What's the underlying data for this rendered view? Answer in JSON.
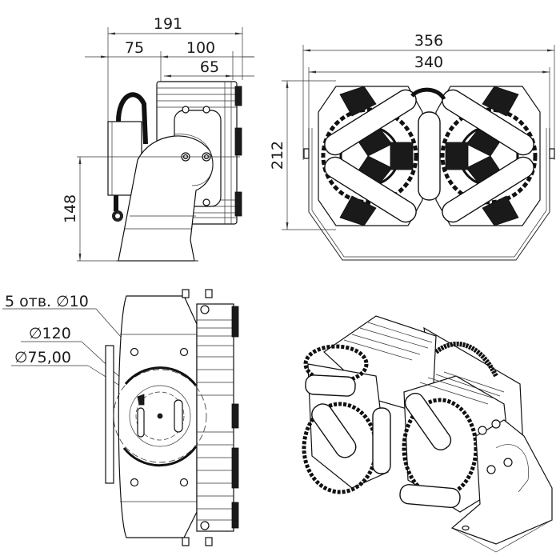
{
  "drawing": {
    "type": "technical-drawing",
    "views": [
      "side-view",
      "front-view",
      "top-view",
      "isometric-view"
    ],
    "line_color": "#1a1a1a",
    "background": "#ffffff"
  },
  "side_view": {
    "dim_overall_depth": "191",
    "dim_bracket_offset": "75",
    "dim_body_depth": "100",
    "dim_mount_offset": "65",
    "dim_mount_height": "148"
  },
  "front_view": {
    "dim_overall_width": "356",
    "dim_body_width": "340",
    "dim_height": "212"
  },
  "top_view": {
    "callout_holes": "5 отв. ∅10",
    "callout_circle_outer": "∅120",
    "callout_circle_inner": "∅75,00"
  }
}
